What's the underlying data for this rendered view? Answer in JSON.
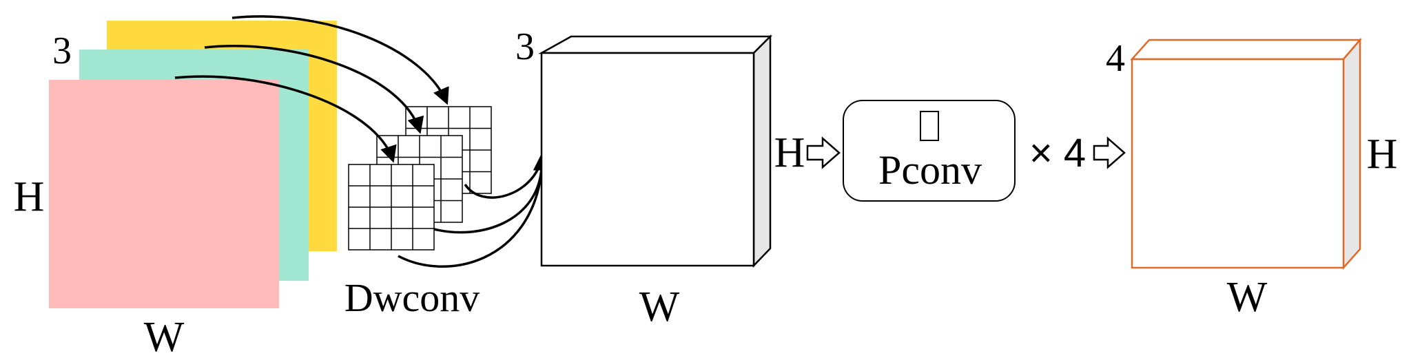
{
  "input_block": {
    "channels_label": "3",
    "height_label": "H",
    "width_label": "W",
    "channel_colors": [
      "#FFDB3F",
      "#A0E6D0",
      "#FFBABA"
    ]
  },
  "dwconv": {
    "label": "Dwconv"
  },
  "middle_block": {
    "channels_label": "3",
    "height_label": "H",
    "width_label": "W"
  },
  "pconv": {
    "label": "Pconv",
    "multiplier": "× 4"
  },
  "output_block": {
    "channels_label": "4",
    "height_label": "H",
    "width_label": "W",
    "edge_color": "#E06A2A"
  }
}
